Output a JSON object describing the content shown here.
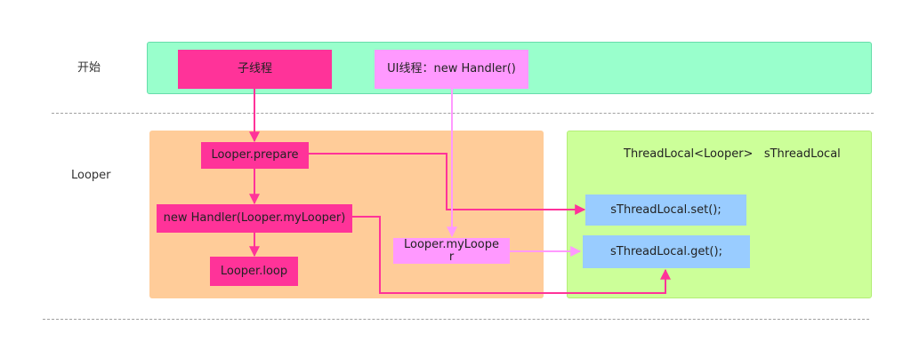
{
  "lanes": {
    "start_label": "开始",
    "looper_label": "Looper"
  },
  "boxes": {
    "child_thread": "子线程",
    "ui_thread": "UI线程：new Handler()",
    "looper_prepare": "Looper.prepare",
    "new_handler": "new Handler(Looper.myLooper)",
    "looper_loop": "Looper.loop",
    "looper_mylooper": "Looper.myLooper",
    "threadlocal_title": "ThreadLocal<Looper>   sThreadLocal",
    "threadlocal_set": "sThreadLocal.set();",
    "threadlocal_get": "sThreadLocal.get();"
  },
  "colors": {
    "start_region": "#99ffcc",
    "looper_region": "#ffcc99",
    "threadlocal_region": "#ccff99",
    "hot_pink": "#ff3399",
    "light_pink": "#ff99ff",
    "light_blue": "#99ccff"
  }
}
